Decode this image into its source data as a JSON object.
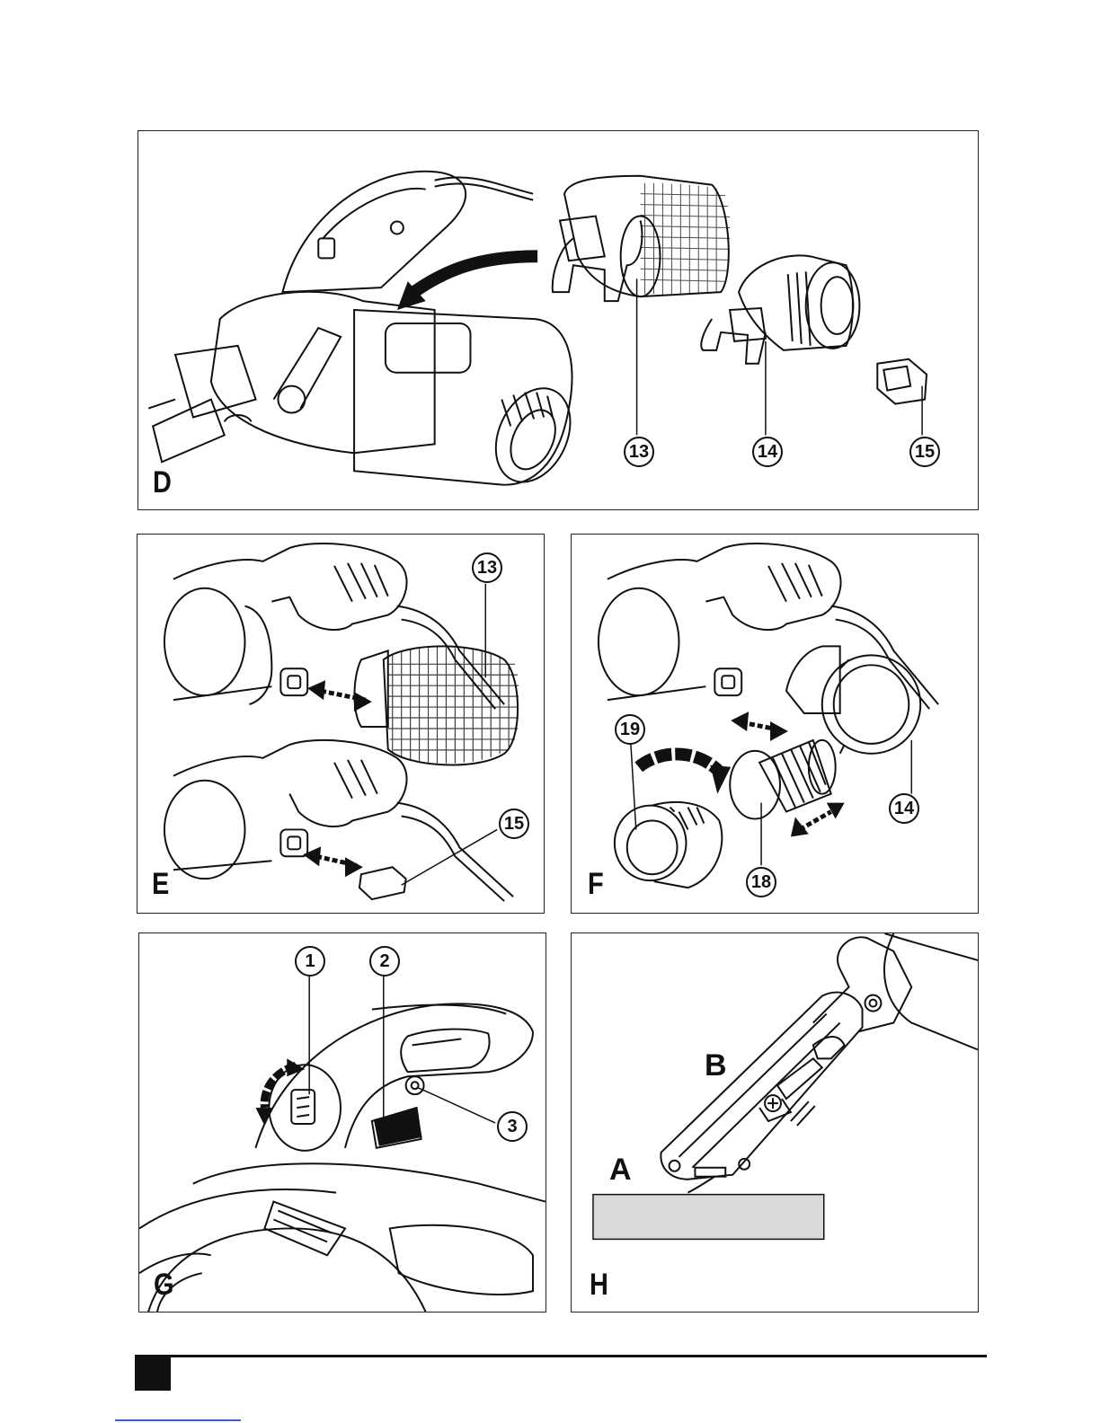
{
  "panels": {
    "D": {
      "letter": "D",
      "callouts": [
        "13",
        "14",
        "15"
      ]
    },
    "E": {
      "letter": "E",
      "callouts": [
        "13",
        "15"
      ]
    },
    "F": {
      "letter": "F",
      "callouts": [
        "19",
        "14",
        "18"
      ]
    },
    "G": {
      "letter": "G",
      "callouts": [
        "1",
        "2",
        "3"
      ]
    },
    "H": {
      "letter": "H",
      "labels": [
        "A",
        "B"
      ]
    }
  },
  "colors": {
    "line": "#111111",
    "surface": "#d9d9d9",
    "link": "#3a5fcd"
  }
}
